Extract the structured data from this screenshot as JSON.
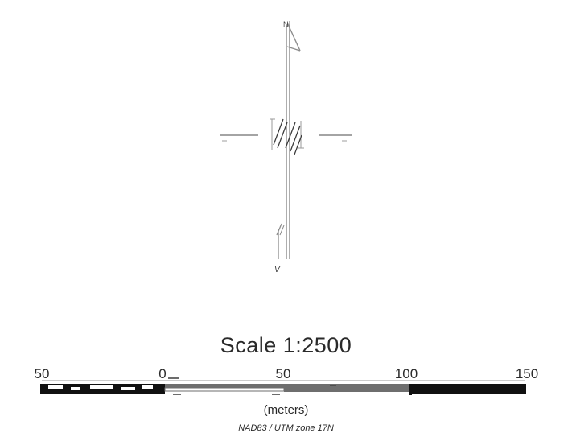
{
  "map": {
    "scale_label": "Scale 1:2500",
    "units": "(meters)",
    "projection": "NAD83 / UTM zone 17N",
    "north_label": "N",
    "south_label": "V",
    "scale_bar": {
      "ticks": [
        "50",
        "0",
        "50",
        "100",
        "150"
      ]
    },
    "colors": {
      "line": "#8c8c8c",
      "dark_line": "#3a3a3a",
      "bar_dark": "#111111",
      "bar_mid": "#6e6e6e",
      "bar_light": "#ffffff"
    }
  }
}
